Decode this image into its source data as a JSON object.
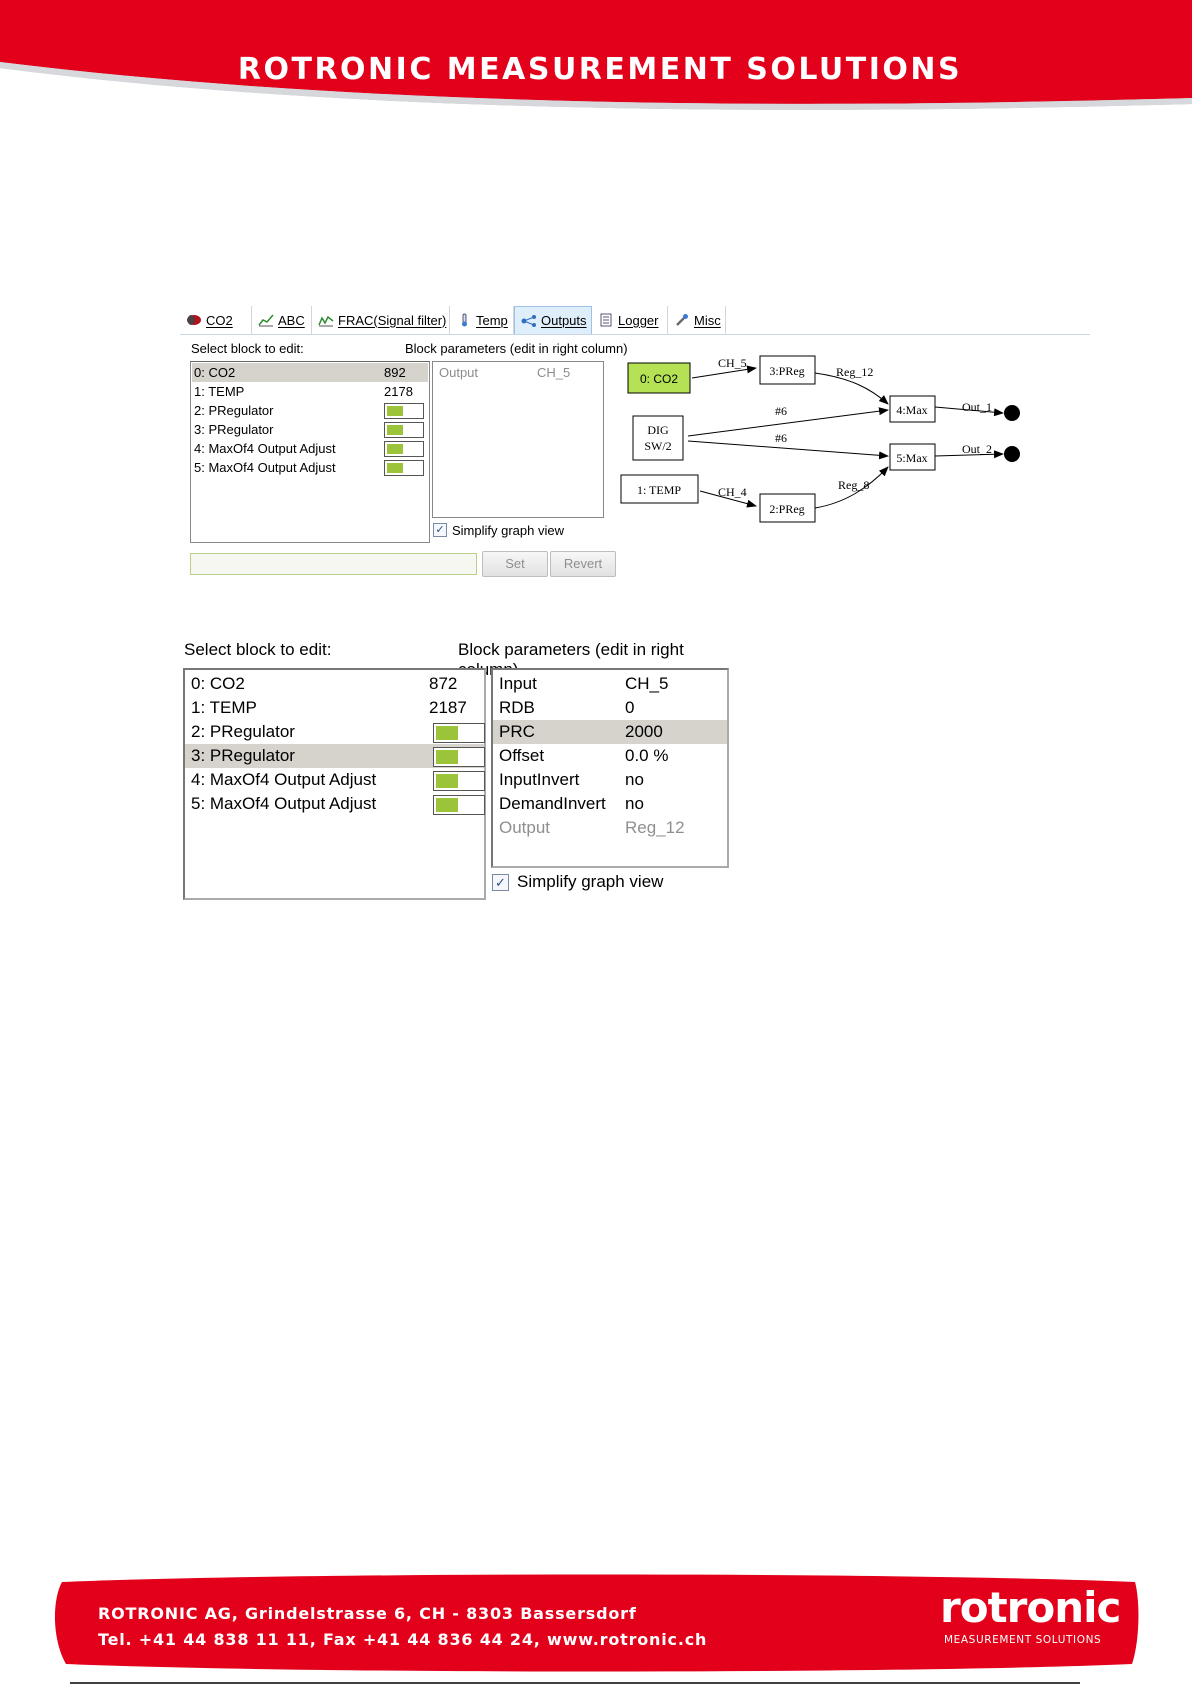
{
  "header": {
    "title": "ROTRONIC MEASUREMENT SOLUTIONS"
  },
  "colors": {
    "brand_red": "#e2001a",
    "grey_swoosh": "#b8bcc2",
    "switch_green": "#9cc43a",
    "node_green": "#b5e255"
  },
  "screenshot1": {
    "tabs": [
      {
        "label": "CO2",
        "icon": "co2-pill-icon"
      },
      {
        "label": "ABC",
        "icon": "line-chart-icon"
      },
      {
        "label": "FRAC(Signal filter)",
        "icon": "line-chart-icon"
      },
      {
        "label": "Temp",
        "icon": "thermometer-icon"
      },
      {
        "label": "Outputs",
        "icon": "outputs-icon",
        "active": true
      },
      {
        "label": "Logger",
        "icon": "logger-icon"
      },
      {
        "label": "Misc",
        "icon": "wrench-icon"
      }
    ],
    "select_label": "Select block to edit:",
    "params_label": "Block parameters (edit in right column)",
    "blocks": [
      {
        "name": "0: CO2",
        "value": "892",
        "selected": true
      },
      {
        "name": "1: TEMP",
        "value": "2178"
      },
      {
        "name": "2: PRegulator",
        "switch": true
      },
      {
        "name": "3: PRegulator",
        "switch": true
      },
      {
        "name": "4: MaxOf4 Output Adjust",
        "switch": true
      },
      {
        "name": "5: MaxOf4 Output Adjust",
        "switch": true
      }
    ],
    "param_key": "Output",
    "param_value": "CH_5",
    "simplify_label": "Simplify graph view",
    "set_label": "Set",
    "revert_label": "Revert",
    "graph": {
      "nodes": {
        "co2": "0: CO2",
        "temp": "1: TEMP",
        "dig1": "DIG",
        "dig2": "SW/2",
        "p3": "3:PReg",
        "p2": "2:PReg",
        "m4": "4:Max",
        "m5": "5:Max"
      },
      "edges": {
        "ch5": "CH_5",
        "ch4": "CH_4",
        "reg12": "Reg_12",
        "reg8": "Reg_8",
        "h6a": "#6",
        "h6b": "#6",
        "out1": "Out_1",
        "out2": "Out_2"
      }
    }
  },
  "screenshot2": {
    "select_label": "Select block to edit:",
    "params_label": "Block parameters (edit in right column)",
    "blocks": [
      {
        "name": "0: CO2",
        "value": "872"
      },
      {
        "name": "1: TEMP",
        "value": "2187"
      },
      {
        "name": "2: PRegulator",
        "switch": true
      },
      {
        "name": "3: PRegulator",
        "switch": true,
        "selected": true
      },
      {
        "name": "4: MaxOf4 Output Adjust",
        "switch": true
      },
      {
        "name": "5: MaxOf4 Output Adjust",
        "switch": true
      }
    ],
    "params": [
      {
        "key": "Input",
        "value": "CH_5"
      },
      {
        "key": "RDB",
        "value": "0"
      },
      {
        "key": "PRC",
        "value": "2000",
        "selected": true
      },
      {
        "key": "Offset",
        "value": "0.0 %"
      },
      {
        "key": "InputInvert",
        "value": "no"
      },
      {
        "key": "DemandInvert",
        "value": "no"
      },
      {
        "key": "Output",
        "value": "Reg_12",
        "dim": true
      }
    ],
    "simplify_label": "Simplify graph view"
  },
  "footer": {
    "line1": "ROTRONIC AG, Grindelstrasse 6, CH - 8303 Bassersdorf",
    "line2": "Tel. +41 44 838 11 11, Fax +41 44 836 44 24, www.rotronic.ch",
    "logo": "rotronic",
    "logo_sub": "MEASUREMENT SOLUTIONS"
  }
}
